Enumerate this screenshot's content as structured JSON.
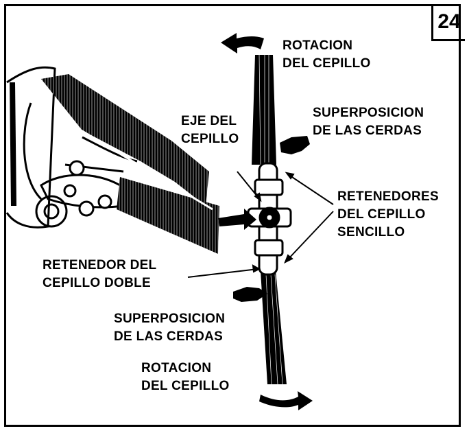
{
  "figure_number": "24",
  "labels": {
    "rotation_top": [
      "ROTACION",
      "DEL CEPILLO"
    ],
    "bristle_overlap_top": [
      "SUPERPOSICION",
      "DE LAS CERDAS"
    ],
    "brush_axle": [
      "EJE DEL",
      "CEPILLO"
    ],
    "single_retainers": [
      "RETENEDORES",
      "DEL CEPILLO",
      "SENCILLO"
    ],
    "double_retainer": [
      "RETENEDOR DEL",
      "CEPILLO DOBLE"
    ],
    "bristle_overlap_bottom": [
      "SUPERPOSICION",
      "DE LAS CERDAS"
    ],
    "rotation_bottom": [
      "ROTACION",
      "DEL CEPILLO"
    ]
  }
}
